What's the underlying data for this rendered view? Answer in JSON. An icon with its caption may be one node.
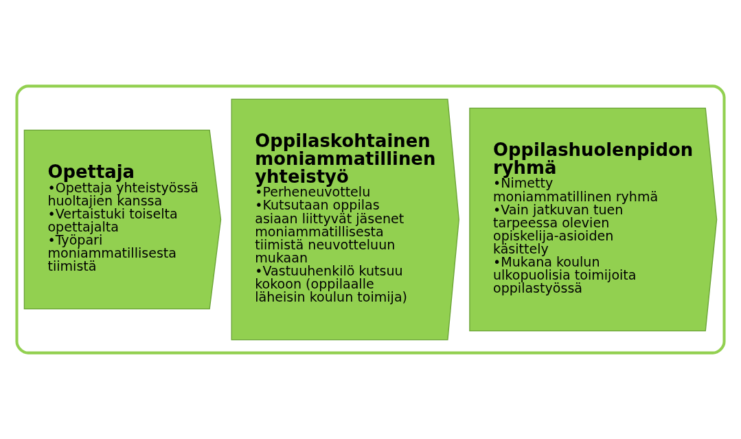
{
  "diagram": {
    "nodes": [
      {
        "text": [],
        "shape": "box"
      },
      {
        "text": [
          "Opettaja",
          "•Opettaja yhteistyössä huoltajien kanssa",
          "•Vertaistuki toiselta opettajalta",
          "•Työpari moniammatillisesta tiimistä"
        ],
        "in": 0
      },
      {
        "text": [
          "Oppilaskohtainen moniammatillinen yhteistyö",
          "•Perheneuvottelu",
          "•Kutsutaan oppilas asiaan liittyvät jäsenet moniammatillisesta tiimistä neuvotteluun mukaan",
          "•Vastuuhenkilö kutsuu kokoon (oppilaalle läheisin koulun toimija)"
        ],
        "in": 0
      },
      {
        "text": [
          "Oppilashuolenpidon ryhmä",
          "•Nimetty moniammatillinen ryhmä",
          "•Vain jatkuvan tuen tarpeessa olevien opiskelija-asioiden käsittely",
          "•Mukana koulun ulkopuolisia toimijoita oppilastyössä"
        ],
        "in": 0
      }
    ]
  }
}
